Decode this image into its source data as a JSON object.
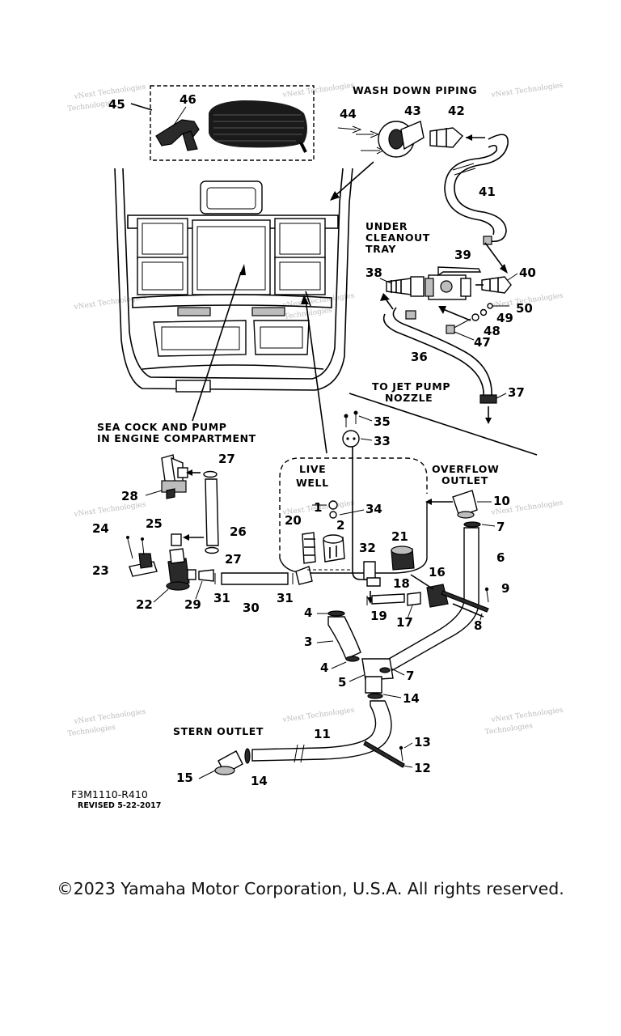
{
  "section_labels": {
    "wash_down": "WASH DOWN PIPING",
    "under_cleanout_1": "UNDER",
    "under_cleanout_2": "CLEANOUT",
    "under_cleanout_3": "TRAY",
    "jet_pump_1": "TO JET PUMP",
    "jet_pump_2": "NOZZLE",
    "sea_cock_1": "SEA COCK AND PUMP",
    "sea_cock_2": "IN ENGINE COMPARTMENT",
    "live_well_1": "LIVE",
    "live_well_2": "WELL",
    "overflow_1": "OVERFLOW",
    "overflow_2": "OUTLET",
    "stern_outlet": "STERN OUTLET"
  },
  "part_numbers": {
    "p1": "1",
    "p2": "2",
    "p3": "3",
    "p4a": "4",
    "p4b": "4",
    "p5": "5",
    "p6": "6",
    "p7a": "7",
    "p7b": "7",
    "p8": "8",
    "p9": "9",
    "p10": "10",
    "p11": "11",
    "p12": "12",
    "p13": "13",
    "p14a": "14",
    "p14b": "14",
    "p15": "15",
    "p16": "16",
    "p17": "17",
    "p18": "18",
    "p19": "19",
    "p20": "20",
    "p21": "21",
    "p22": "22",
    "p23": "23",
    "p24": "24",
    "p25": "25",
    "p26": "26",
    "p27a": "27",
    "p27b": "27",
    "p28": "28",
    "p29": "29",
    "p30": "30",
    "p31a": "31",
    "p31b": "31",
    "p32": "32",
    "p33": "33",
    "p34": "34",
    "p35": "35",
    "p36": "36",
    "p37": "37",
    "p38": "38",
    "p39": "39",
    "p40": "40",
    "p41": "41",
    "p42": "42",
    "p43": "43",
    "p44": "44",
    "p45": "45",
    "p46": "46",
    "p47": "47",
    "p48": "48",
    "p49": "49",
    "p50": "50"
  },
  "watermark": {
    "line1": "vNext Technologies",
    "line2": "Technologies"
  },
  "diagram_code": "F3M1110-R410",
  "revised": "REVISED 5-22-2017",
  "copyright": "©2023 Yamaha Motor Corporation, U.S.A. All rights reserved."
}
